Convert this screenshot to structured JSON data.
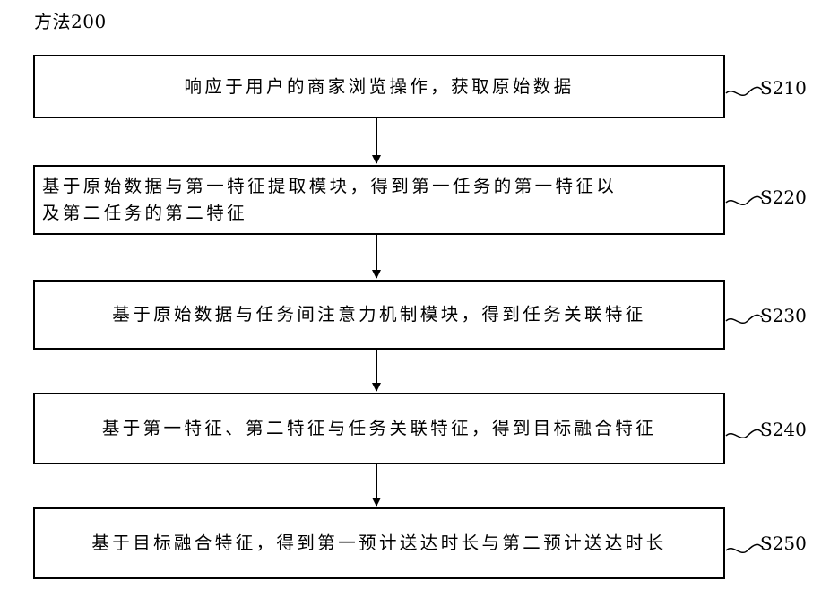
{
  "title": "方法200",
  "steps": [
    {
      "id": "S210",
      "text": "响应于用户的商家浏览操作，获取原始数据"
    },
    {
      "id": "S220",
      "line1": "基于原始数据与第一特征提取模块，得到第一任务的第一特征以",
      "line2": "及第二任务的第二特征"
    },
    {
      "id": "S230",
      "text": "基于原始数据与任务间注意力机制模块，得到任务关联特征"
    },
    {
      "id": "S240",
      "text": "基于第一特征、第二特征与任务关联特征，得到目标融合特征"
    },
    {
      "id": "S250",
      "text": "基于目标融合特征，得到第一预计送达时长与第二预计送达时长"
    }
  ]
}
